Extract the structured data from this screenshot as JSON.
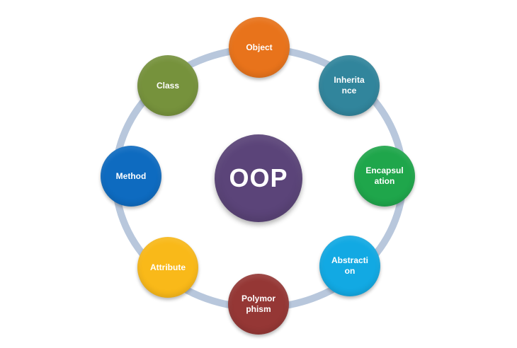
{
  "center": {
    "label": "OOP",
    "color": "#5b4479"
  },
  "nodes": [
    {
      "id": "object",
      "label": "Object",
      "color": "#e8731b"
    },
    {
      "id": "inheritance",
      "label": "Inherita\nnce",
      "color": "#31859c"
    },
    {
      "id": "encapsulation",
      "label": "Encapsul\nation",
      "color": "#1fa64b"
    },
    {
      "id": "abstraction",
      "label": "Abstracti\non",
      "color": "#12a9e3"
    },
    {
      "id": "polymorphism",
      "label": "Polymor\nphism",
      "color": "#953735"
    },
    {
      "id": "attribute",
      "label": "Attribute",
      "color": "#f9b919"
    },
    {
      "id": "method",
      "label": "Method",
      "color": "#0e6bc0"
    },
    {
      "id": "class",
      "label": "Class",
      "color": "#76923c"
    }
  ],
  "ring_color": "#b8c7dc"
}
